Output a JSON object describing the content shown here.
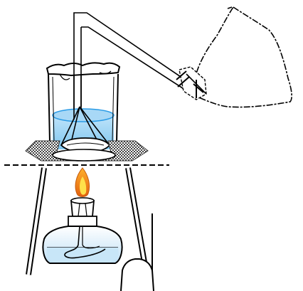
{
  "diagram": {
    "type": "lab-apparatus",
    "components": [
      "tripod-stand",
      "wire-gauze",
      "beaker",
      "water",
      "funnel",
      "delivery-tube",
      "collection-bag",
      "alcohol-lamp",
      "flame",
      "support-stand"
    ],
    "colors": {
      "water": "#9fd3f3",
      "water_dark": "#2a9be6",
      "flame_outer": "#f39a1e",
      "flame_inner": "#ffe14a",
      "lamp_liquid": "#c8e6f8",
      "outline": "#000000",
      "gauze": "#6e6e6e"
    }
  }
}
